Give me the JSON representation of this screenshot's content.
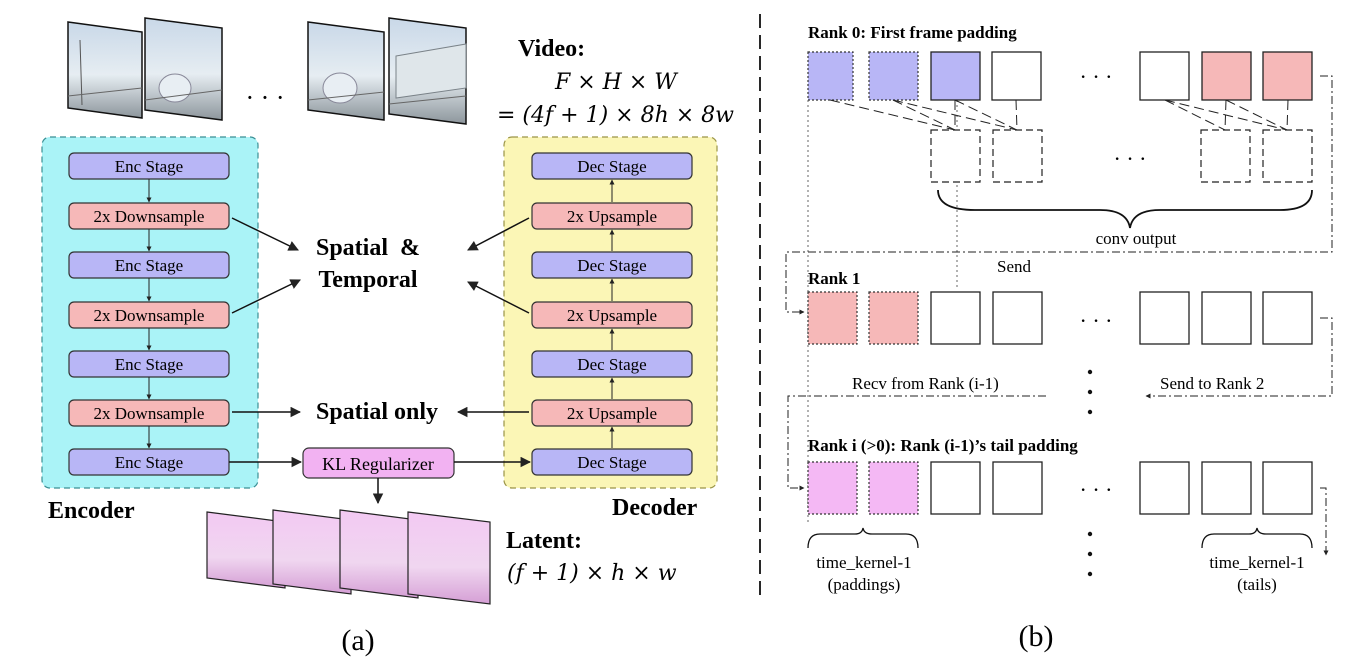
{
  "panel_a": {
    "video_title": "Video:",
    "video_formula_1": "F × H × W",
    "video_formula_2": "= (4f + 1) × 8h × 8w",
    "encoder_label": "Encoder",
    "decoder_label": "Decoder",
    "encoder_blocks": [
      "Enc Stage",
      "2x Downsample",
      "Enc Stage",
      "2x Downsample",
      "Enc Stage",
      "2x Downsample",
      "Enc Stage"
    ],
    "decoder_blocks": [
      "Dec Stage",
      "2x Upsample",
      "Dec Stage",
      "2x Upsample",
      "Dec Stage",
      "2x Upsample",
      "Dec Stage"
    ],
    "spatial_temporal_1": "Spatial  &",
    "spatial_temporal_2": "Temporal",
    "spatial_only": "Spatial only",
    "kl": "KL Regularizer",
    "latent_title": "Latent:",
    "latent_formula": "(f + 1) × h × w",
    "ellipsis": "· · ·",
    "caption": "(a)",
    "colors": {
      "encoder_bg": "#aaf3f7",
      "decoder_bg": "#fbf6b6",
      "stage": "#b8b6f6",
      "sample": "#f6b8b8",
      "kl": "#f2b2f2"
    }
  },
  "panel_b": {
    "rank0": "Rank 0: First frame padding",
    "rank1": "Rank 1",
    "ranki": "Rank i (>0): Rank (i-1)’s tail padding",
    "conv_output": "conv output",
    "send": "Send",
    "recv": "Recv from Rank (i-1)",
    "send_to": "Send to Rank 2",
    "tk1_a": "time_kernel-1",
    "paddings": "(paddings)",
    "tk1_b": "time_kernel-1",
    "tails": "(tails)",
    "ellipsis": "· · ·",
    "caption": "(b)",
    "colors": {
      "blue": "#b8b6f6",
      "red": "#f6b8b8",
      "pink": "#f4b8f4"
    }
  }
}
